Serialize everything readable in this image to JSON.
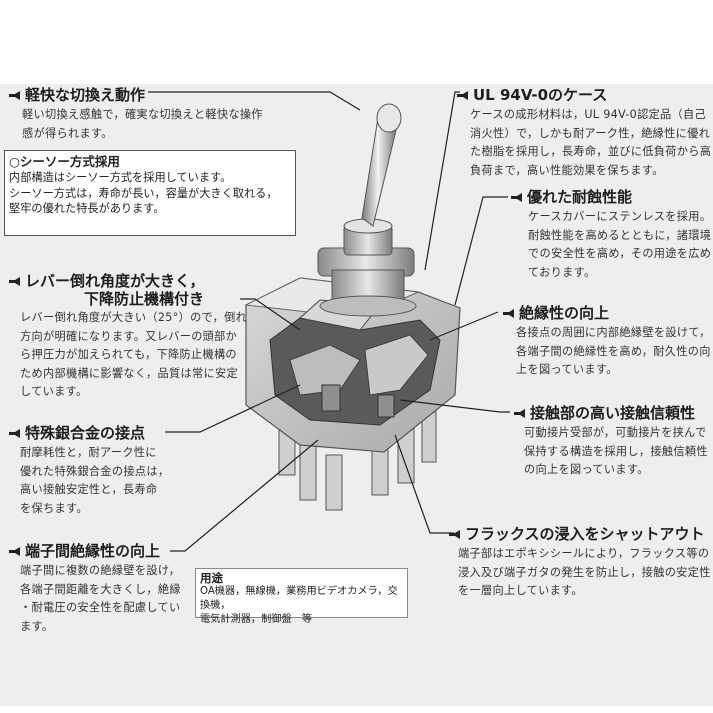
{
  "features": [
    {
      "id": "switching",
      "heading": "軽快な切換え動作",
      "lines": [
        "軽い切換え感触で，確実な切換えと軽快な操作",
        "感が得られます。"
      ]
    },
    {
      "id": "ul",
      "heading": "UL 94V-0のケース",
      "lines": [
        "ケースの成形材料は，UL 94V-0認定品（自己",
        "消火性）で，しかも耐アーク性，絶縁性に優れ",
        "た樹脂を採用し，長寿命，並びに低負荷から高",
        "負荷まで，高い性能効果を保ちます。"
      ]
    },
    {
      "id": "corrosion",
      "heading": "優れた耐蝕性能",
      "lines": [
        "ケースカバーにステンレスを採用。",
        "耐蝕性能を高めるとともに，諸環境",
        "での安全性を高め，その用途を広め",
        "ております。"
      ]
    },
    {
      "id": "lever",
      "heading": "レバー倒れ角度が大きく，",
      "heading2": "下降防止機構付き",
      "lines": [
        "レバー倒れ角度が大きい（25°）ので，倒れ",
        "方向が明確になります。又レバーの頭部か",
        "ら押圧力が加えられても，下降防止機構の",
        "ため内部機構に影響なく，品質は常に安定",
        "しています。"
      ]
    },
    {
      "id": "insulation",
      "heading": "絶縁性の向上",
      "lines": [
        "各接点の周囲に内部絶縁壁を設けて，",
        "各端子間の絶縁性を高め，耐久性の向",
        "上を図っています。"
      ]
    },
    {
      "id": "contact-reliability",
      "heading": "接触部の高い接触信頼性",
      "lines": [
        "可動接片受部が，可動接片を挟んで",
        "保持する構造を採用し，接触信頼性",
        "の向上を図っています。"
      ]
    },
    {
      "id": "silver-alloy",
      "heading": "特殊銀合金の接点",
      "lines": [
        "耐摩耗性と，耐アーク性に",
        "優れた特殊銀合金の接点は，",
        "高い接触安定性と，長寿命",
        "を保ちます。"
      ]
    },
    {
      "id": "flux",
      "heading": "フラックスの浸入をシャットアウト",
      "lines": [
        "端子部はエポキシシールにより，フラックス等の",
        "浸入及び端子ガタの発生を防止し，接触の安定性",
        "を一層向上しています。"
      ]
    },
    {
      "id": "terminal-insulation",
      "heading": "端子間絶縁性の向上",
      "lines": [
        "端子間に複数の絶縁壁を設け，",
        "各端子間距離を大きくし，絶縁",
        "・耐電圧の安全性を配慮してい",
        "ます。"
      ]
    }
  ],
  "seesaw": {
    "title": "○シーソー方式採用",
    "lines": [
      "内部構造はシーソー方式を採用しています。",
      "シーソー方式は，寿命が長い，容量が大きく取れる，",
      "堅牢の優れた特長があります。"
    ]
  },
  "usage": {
    "title": "用途",
    "lines": [
      "OA機器，無線機，業務用ビデオカメラ，交換機，",
      "電気計測器，制御盤　等"
    ]
  }
}
